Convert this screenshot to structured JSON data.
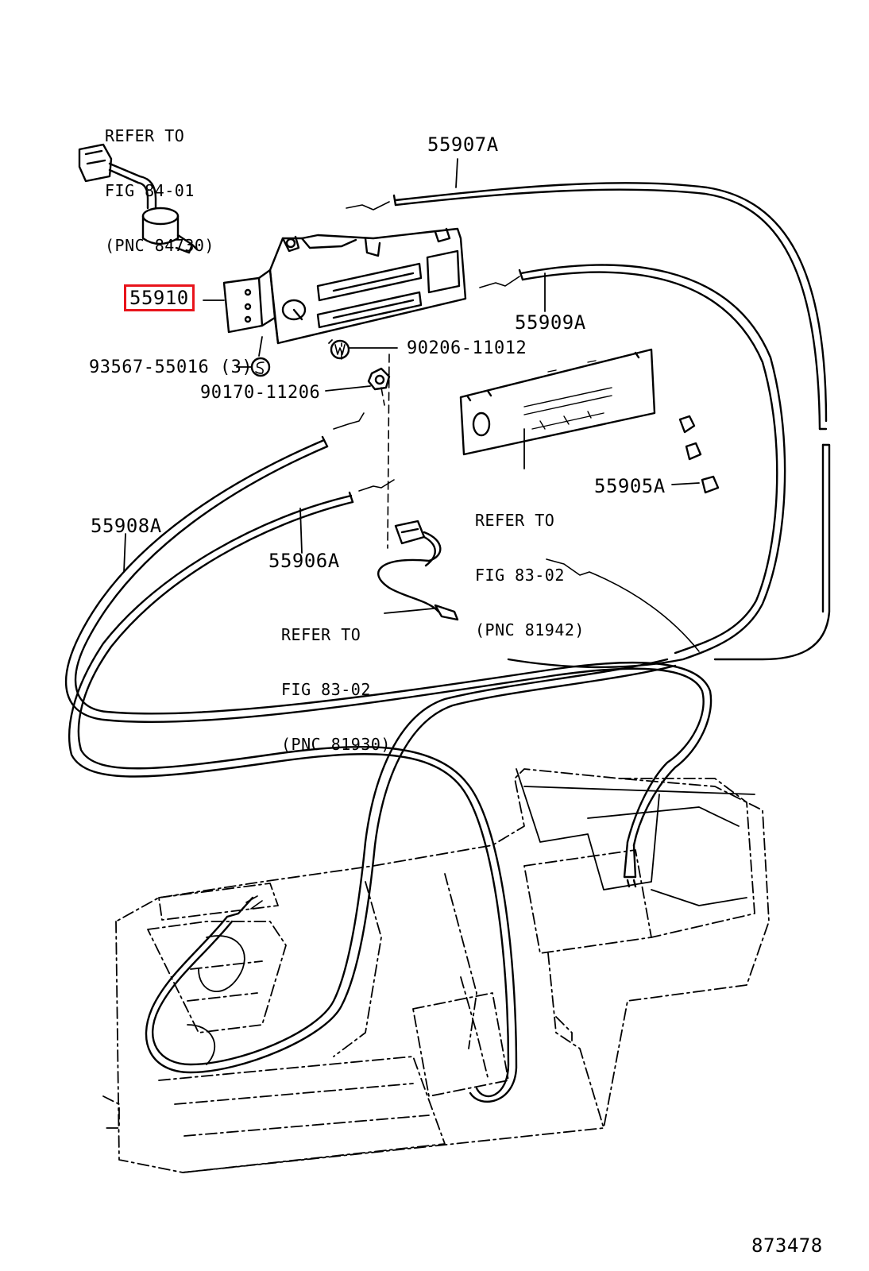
{
  "labels": {
    "ref_fig_84_01": [
      "REFER TO",
      "FIG 84-01",
      "(PNC 84730)"
    ],
    "p55907a": "55907A",
    "p55910": "55910",
    "p55909a": "55909A",
    "p90206": "90206-11012",
    "p93567": "93567-55016 (3)",
    "p90170": "90170-11206",
    "ref_fig_83_02_a": [
      "REFER TO",
      "FIG 83-02",
      "(PNC 81942)"
    ],
    "p55905a": "55905A",
    "p55908a": "55908A",
    "p55906a": "55906A",
    "ref_fig_83_02_b": [
      "REFER TO",
      "FIG 83-02",
      "(PNC 81930)"
    ],
    "illus_number": "873478"
  },
  "highlight": {
    "part": "55910",
    "color": "#e8141b"
  }
}
